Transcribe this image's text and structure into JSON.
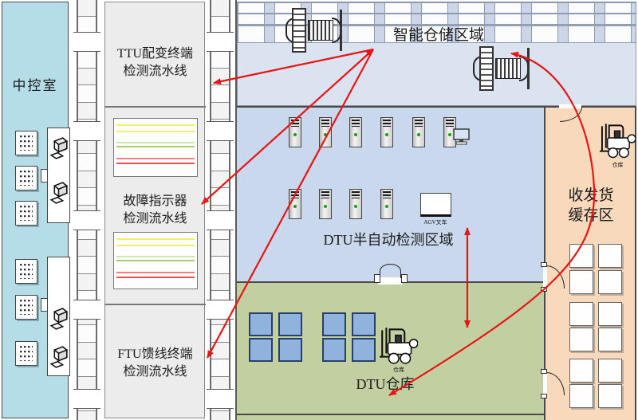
{
  "zones": {
    "control_room": {
      "label": "中控室"
    },
    "ttu_line": {
      "line1": "TTU配变终端",
      "line2": "检测流水线"
    },
    "fault_line": {
      "line1": "故障指示器",
      "line2": "检测流水线"
    },
    "ftu_line": {
      "line1": "FTU馈线终端",
      "line2": "检测流水线"
    },
    "smart_warehouse": {
      "label": "智能仓储区域"
    },
    "dtu_test": {
      "label": "DTU半自动检测区域",
      "agv_label": "AGV叉车"
    },
    "dtu_storage": {
      "label": "DTU仓库",
      "forklift_label": "仓库"
    },
    "shipping_buffer": {
      "line1": "收发货",
      "line2": "缓存区",
      "forklift_label": "仓库"
    }
  },
  "colors": {
    "control_room_bg": "#b5dde8",
    "warehouse_bg": "#dbe3f0",
    "dtu_test_bg": "#c9d8ec",
    "dtu_storage_bg": "#c2cfa1",
    "buffer_bg": "#f8d9bc",
    "line_area_bg": "#ececec",
    "pallet_fill": "#8fb3dc",
    "arrow_red": "#e81515",
    "indicator_line_colors": [
      "#f3ef6d",
      "#f3ef6d",
      "#cfe7ad",
      "#a9d06c",
      "#f07f7f",
      "#e65252"
    ]
  }
}
